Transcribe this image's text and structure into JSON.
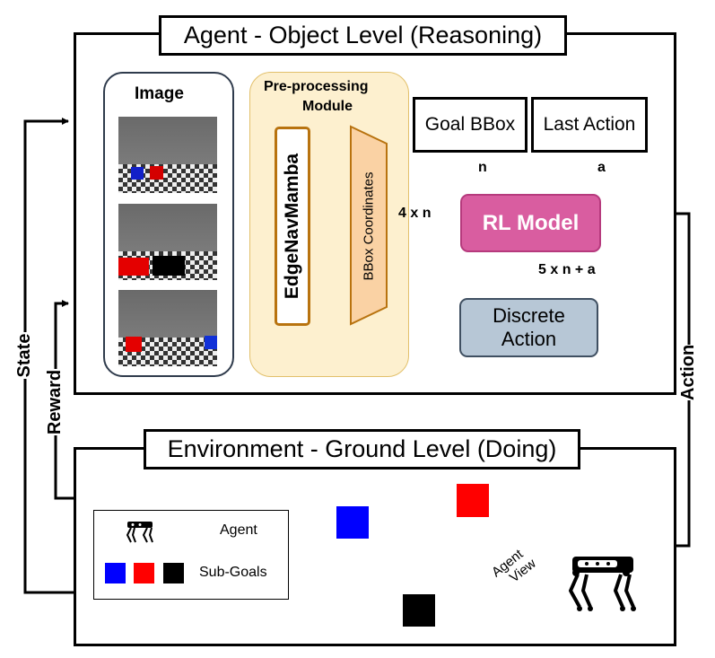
{
  "agent_level": {
    "title": "Agent - Object Level (Reasoning)",
    "image_panel": {
      "label": "Image"
    },
    "preprocessing": {
      "label_line1": "Pre-processing",
      "label_line2": "Module",
      "edge_model": "EdgeNavMamba",
      "bbox_label": "BBox Coordinates"
    },
    "goal_bbox": "Goal BBox",
    "last_action": "Last Action",
    "goal_input_label": "n",
    "action_input_label": "a",
    "bbox_edge_label": "4 x n",
    "rl_model": "RL Model",
    "rl_output_label": "5 x n + a",
    "discrete_action_line1": "Discrete",
    "discrete_action_line2": "Action"
  },
  "environment_level": {
    "title": "Environment - Ground Level (Doing)",
    "legend": {
      "agent_label": "Agent",
      "subgoals_label": "Sub-Goals",
      "subgoal_colors": [
        "#0000ff",
        "#ff0000",
        "#000000"
      ]
    },
    "agent_view_line1": "Agent",
    "agent_view_line2": "View"
  },
  "flows": {
    "state": "State",
    "reward": "Reward",
    "action": "Action"
  }
}
